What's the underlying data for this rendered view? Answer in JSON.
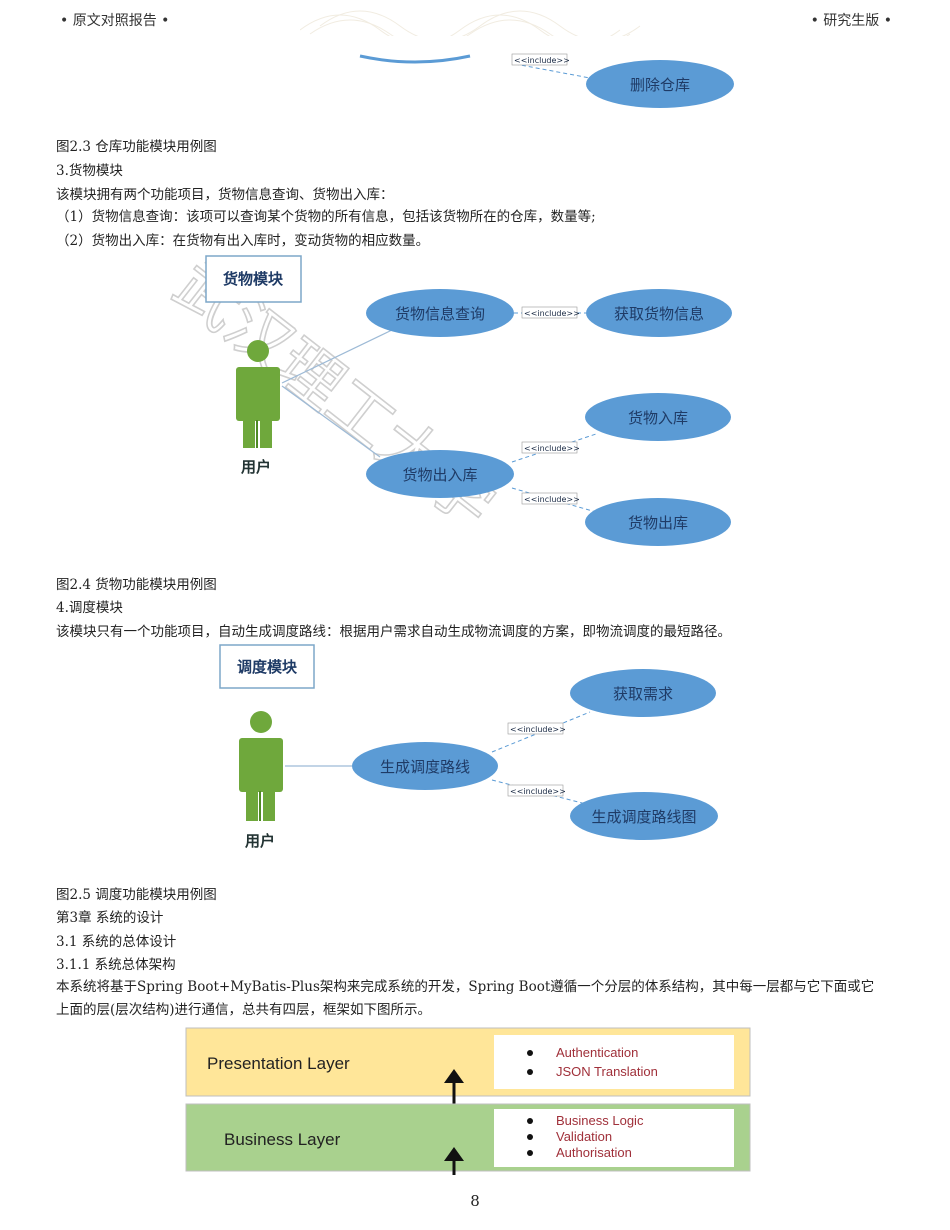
{
  "header": {
    "left": "• 原文对照报告 •",
    "right": "• 研究生版 •"
  },
  "fig23": {
    "ellipse": "删除仓库",
    "include": "<<include>>"
  },
  "captions": {
    "fig23": "图2.3 仓库功能模块用例图",
    "fig24": "图2.4 货物功能模块用例图",
    "fig25": "图2.5 调度功能模块用例图"
  },
  "section_cargo": {
    "heading": "3.货物模块",
    "intro": "该模块拥有两个功能项目，货物信息查询、货物出入库：",
    "item1": "（1）货物信息查询：该项可以查询某个货物的所有信息，包括该货物所在的仓库，数量等;",
    "item2": "（2）货物出入库：在货物有出入库时，变动货物的相应数量。"
  },
  "fig24": {
    "module": "货物模块",
    "actor": "用户",
    "uc_query": "货物信息查询",
    "uc_info": "获取货物信息",
    "uc_inout": "货物出入库",
    "uc_in": "货物入库",
    "uc_out": "货物出库",
    "include": "<<include>>",
    "watermark": "武汉理工大学"
  },
  "section_dispatch": {
    "heading": "4.调度模块",
    "intro": "该模块只有一个功能项目，自动生成调度路线：根据用户需求自动生成物流调度的方案，即物流调度的最短路径。"
  },
  "fig25": {
    "module": "调度模块",
    "actor": "用户",
    "uc_route": "生成调度路线",
    "uc_req": "获取需求",
    "uc_map": "生成调度路线图",
    "include": "<<include>>"
  },
  "chapter3": {
    "title": "第3章 系统的设计",
    "s31": "3.1 系统的总体设计",
    "s311": "3.1.1 系统总体架构",
    "body": "本系统将基于Spring Boot+MyBatis-Plus架构来完成系统的开发，Spring Boot遵循一个分层的体系结构，其中每一层都与它下面或它上面的层(层次结构)进行通信，总共有四层，框架如下图所示。"
  },
  "architecture": {
    "layer1": {
      "name": "Presentation Layer",
      "items": [
        "Authentication",
        "JSON Translation"
      ]
    },
    "layer2": {
      "name": "Business Layer",
      "items": [
        "Business Logic",
        "Validation",
        "Authorisation"
      ]
    }
  },
  "colors": {
    "ellipse": "#5b9bd5",
    "actor": "#6fa83c",
    "layer1": "#ffe699",
    "layer2": "#a9d18e"
  },
  "page_number": "8"
}
